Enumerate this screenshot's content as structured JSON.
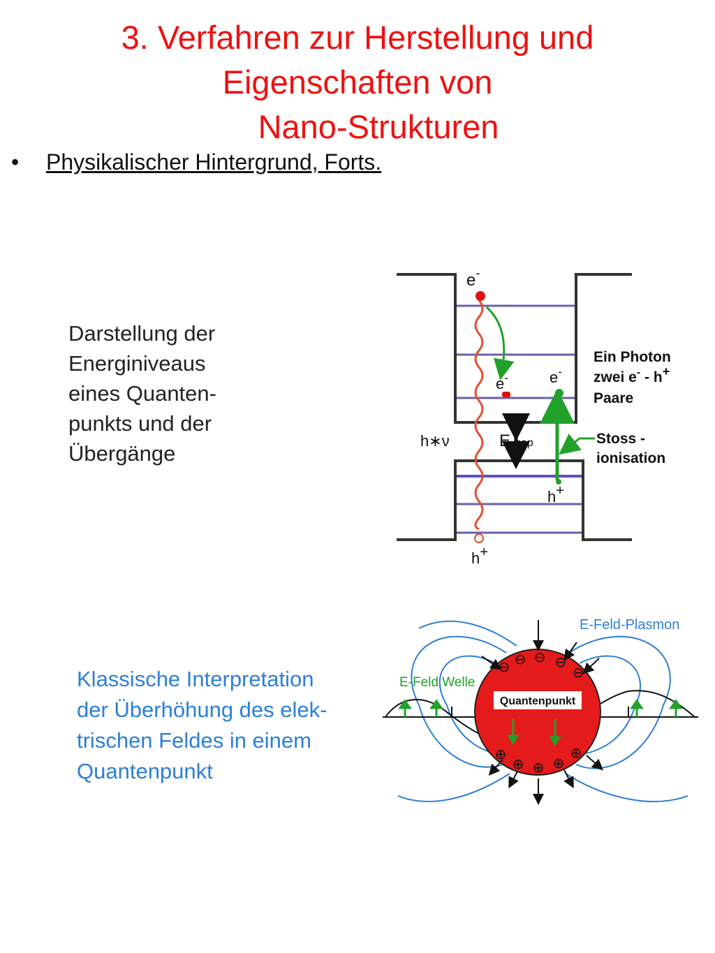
{
  "header": {
    "title_line1": "3. Verfahren zur Herstellung und",
    "title_line2": "Eigenschaften von",
    "title_line3": "Nano-Strukturen"
  },
  "bullet": {
    "symbol": "•",
    "text": "Physikalischer Hintergrund, Forts."
  },
  "energy_section": {
    "description": [
      "Darstellung der",
      "Energiniveaus",
      "eines Quanten-",
      "punkts und der",
      "Übergänge"
    ],
    "labels": {
      "electron_top": "e",
      "electron_mid": "e",
      "electron_right": "e",
      "minus": "-",
      "photon": "h∗ν",
      "egap_e": "E",
      "egap_sub": "gap",
      "hole_right": "h",
      "hole_bottom": "h",
      "plus": "+",
      "ein_photon_1": "Ein Photon",
      "ein_photon_2a": "zwei e",
      "ein_photon_2b": " - h",
      "ein_photon_3": "Paare",
      "stoss_1": "Stoss -",
      "stoss_2": "ionisation"
    }
  },
  "plasmon_section": {
    "description": [
      "Klassische Interpretation",
      "der Überhöhung des elek-",
      "trischen Feldes in einem",
      "Quantenpunkt"
    ],
    "labels": {
      "plasmon": "E-Feld-Plasmon",
      "wave": "E-Feld Welle",
      "dot": "Quantenpunkt",
      "minus_sign": "⊖",
      "plus_sign": "⊕"
    }
  },
  "colors": {
    "title": "#ee1111",
    "blue_text": "#2d7fd6",
    "level_line": "#6a5fa8",
    "green": "#22a12a",
    "red": "#e01010"
  }
}
